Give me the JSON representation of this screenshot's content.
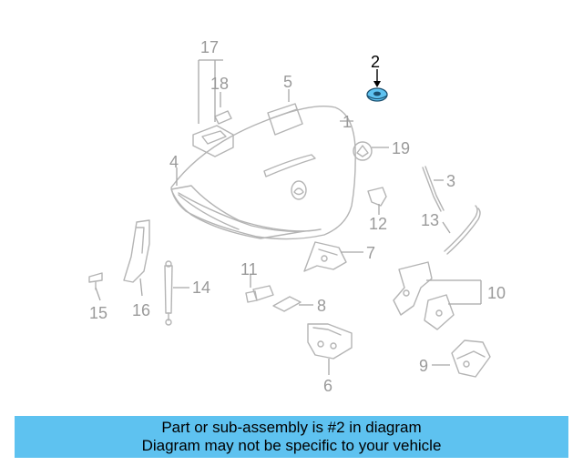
{
  "diagram": {
    "labels": {
      "p1": "1",
      "p2": "2",
      "p3": "3",
      "p4": "4",
      "p5": "5",
      "p6": "6",
      "p7": "7",
      "p8": "8",
      "p9": "9",
      "p10": "10",
      "p11": "11",
      "p12": "12",
      "p13": "13",
      "p14": "14",
      "p15": "15",
      "p16": "16",
      "p17": "17",
      "p18": "18",
      "p19": "19"
    },
    "highlight_color": "#5ec2f0"
  },
  "banner": {
    "line1": "Part or sub-assembly is #2 in diagram",
    "line2": "Diagram may not be specific to your vehicle",
    "background": "#5ec2f0"
  }
}
